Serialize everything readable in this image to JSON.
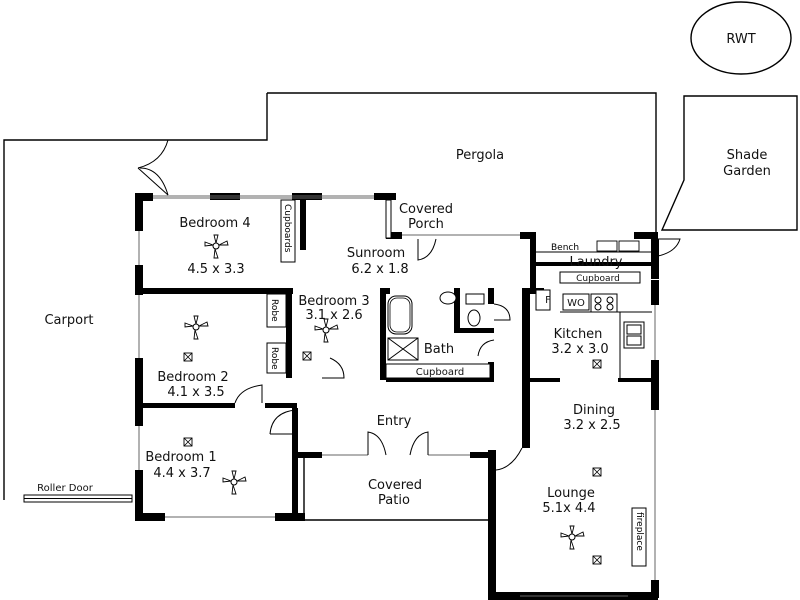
{
  "rooms": {
    "rwt": {
      "name": "RWT"
    },
    "pergola": {
      "name": "Pergola"
    },
    "shade_garden": {
      "line1": "Shade",
      "line2": "Garden"
    },
    "carport": {
      "name": "Carport"
    },
    "roller_door": {
      "name": "Roller Door"
    },
    "bedroom4": {
      "name": "Bedroom 4",
      "size": "4.5 x 3.3"
    },
    "cupboards": {
      "name": "Cupboards"
    },
    "covered_porch": {
      "line1": "Covered",
      "line2": "Porch"
    },
    "sunroom": {
      "name": "Sunroom",
      "size": "6.2 x 1.8"
    },
    "bench": {
      "name": "Bench"
    },
    "laundry": {
      "name": "Laundry"
    },
    "laundry_cupboard": {
      "name": "Cupboard"
    },
    "bedroom3": {
      "name": "Bedroom 3",
      "size": "3.1 x 2.6"
    },
    "robe_upper": {
      "name": "Robe"
    },
    "robe_lower": {
      "name": "Robe"
    },
    "bedroom2": {
      "name": "Bedroom 2",
      "size": "4.1 x 3.5"
    },
    "bath": {
      "name": "Bath"
    },
    "bath_cupboard": {
      "name": "Cupboard"
    },
    "fridge": {
      "name": "F"
    },
    "wall_oven": {
      "name": "WO"
    },
    "kitchen": {
      "name": "Kitchen",
      "size": "3.2 x 3.0"
    },
    "entry": {
      "name": "Entry"
    },
    "dining": {
      "name": "Dining",
      "size": "3.2 x 2.5"
    },
    "bedroom1": {
      "name": "Bedroom 1",
      "size": "4.4 x 3.7"
    },
    "covered_patio": {
      "line1": "Covered",
      "line2": "Patio"
    },
    "lounge": {
      "name": "Lounge",
      "size": "5.1x 4.4"
    },
    "fireplace": {
      "name": "fireplace"
    }
  }
}
